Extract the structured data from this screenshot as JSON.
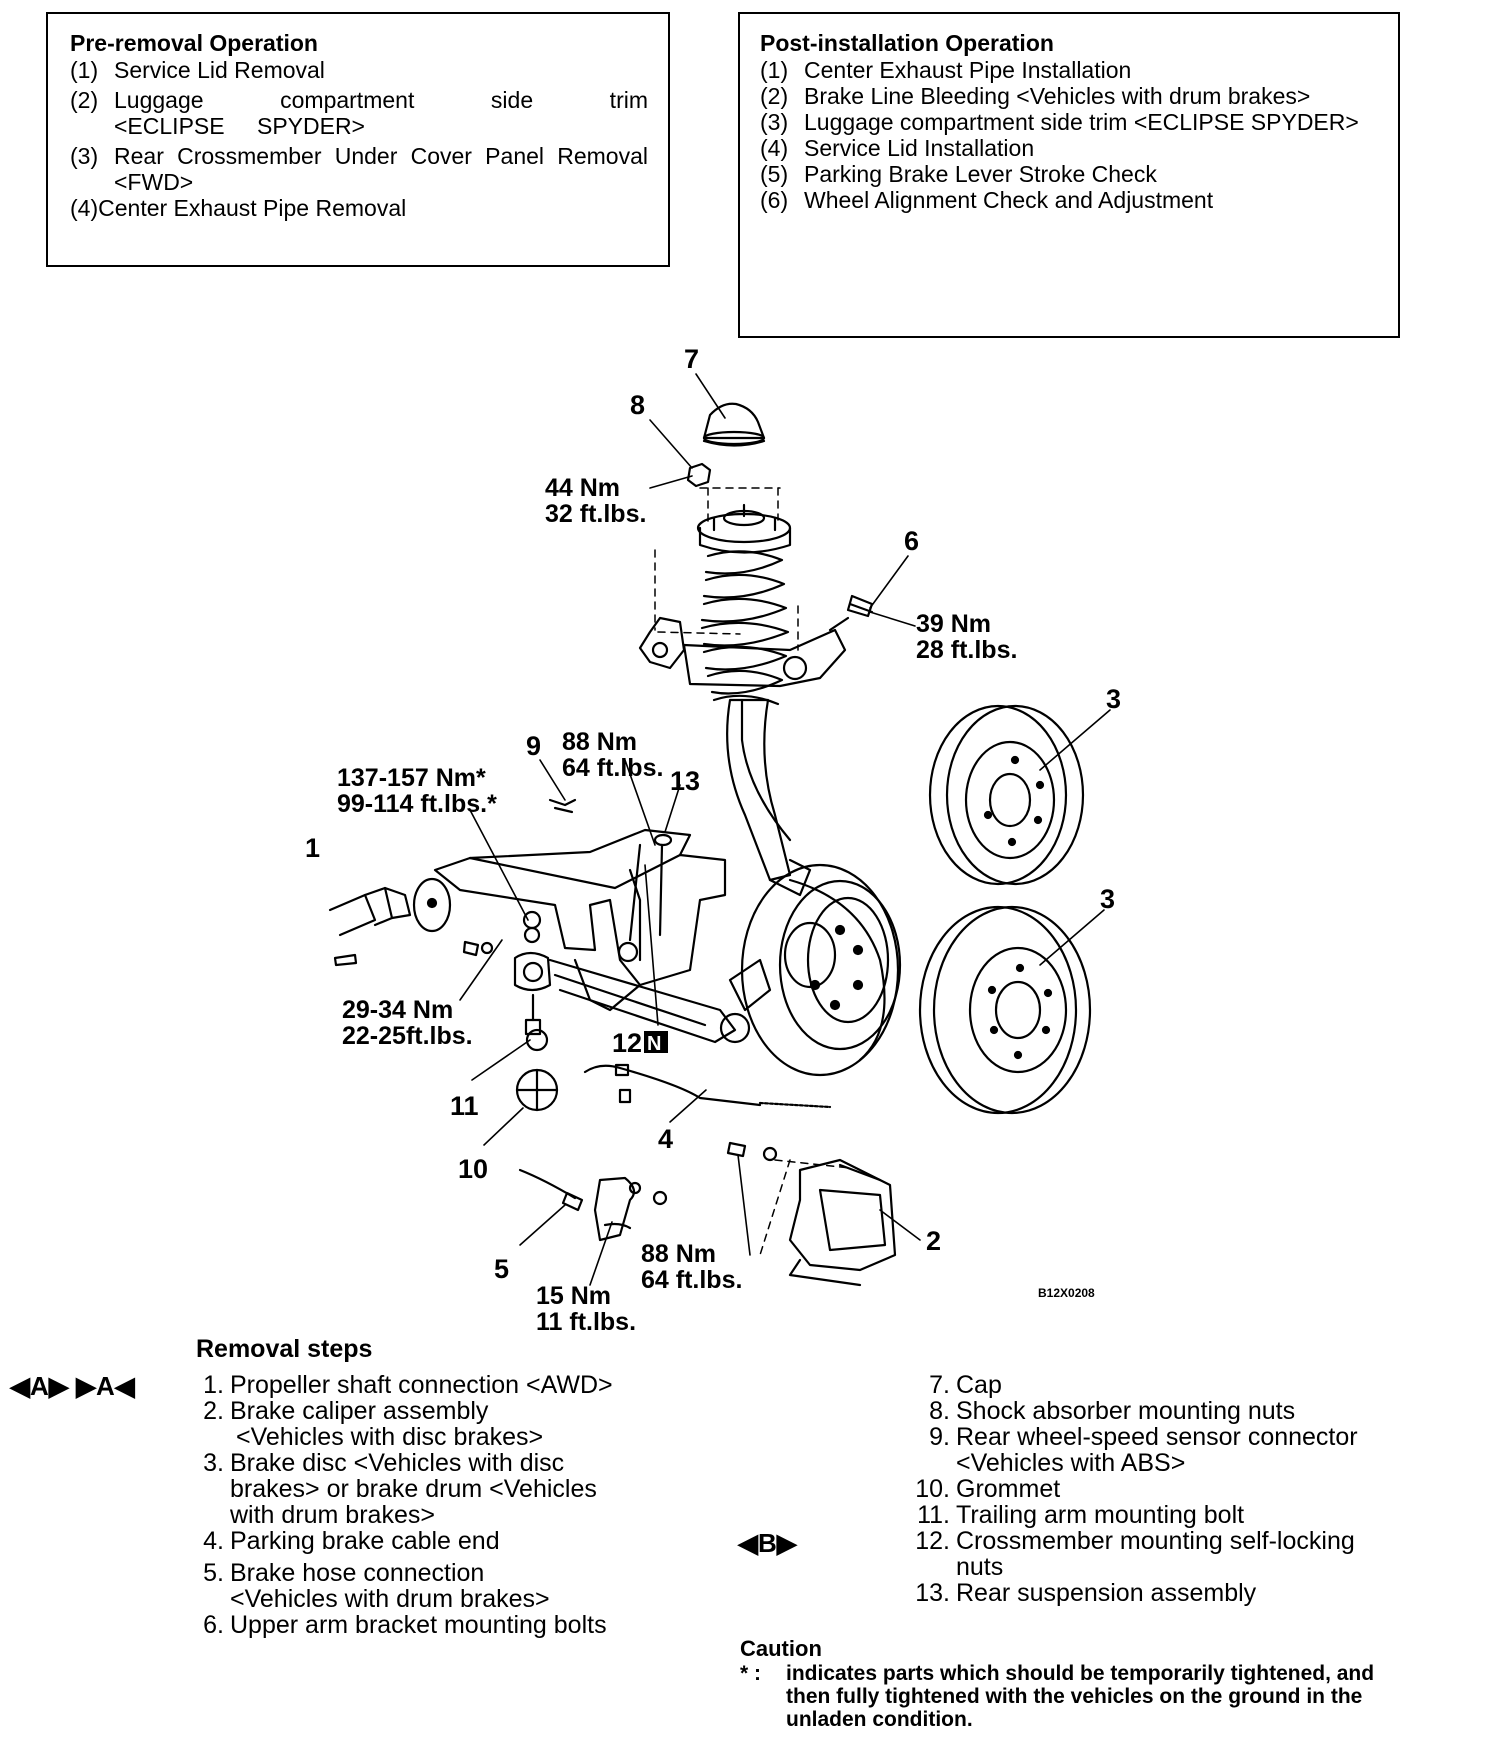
{
  "pre_removal": {
    "title": "Pre-removal Operation",
    "items": [
      {
        "num": "(1)",
        "text": "Service Lid Removal"
      },
      {
        "num": "(2)",
        "text": "Luggage compartment side trim <ECLIPSE SPYDER>"
      },
      {
        "num": "(3)",
        "text": "Rear Crossmember Under Cover Panel Removal <FWD>"
      },
      {
        "num": "(4)",
        "text": "Center Exhaust Pipe Removal"
      }
    ]
  },
  "post_installation": {
    "title": "Post-installation Operation",
    "items": [
      {
        "num": "(1)",
        "text": "Center Exhaust Pipe Installation"
      },
      {
        "num": "(2)",
        "text": "Brake Line Bleeding <Vehicles with drum brakes>"
      },
      {
        "num": "(3)",
        "text": "Luggage compartment side trim <ECLIPSE SPYDER>"
      },
      {
        "num": "(4)",
        "text": "Service Lid Installation"
      },
      {
        "num": "(5)",
        "text": "Parking Brake Lever Stroke Check"
      },
      {
        "num": "(6)",
        "text": "Wheel Alignment Check and Adjustment"
      }
    ]
  },
  "diagram": {
    "callouts": [
      "1",
      "2",
      "3",
      "3",
      "4",
      "5",
      "6",
      "7",
      "8",
      "9",
      "10",
      "11",
      "12",
      "13"
    ],
    "n_badge": "N",
    "torques": {
      "t8": [
        "44 Nm",
        "32 ft.lbs."
      ],
      "t6": [
        "39 Nm",
        "28 ft.lbs."
      ],
      "t9": [
        "88 Nm",
        "64 ft.lbs."
      ],
      "t13": [
        "137-157 Nm*",
        "99-114 ft.lbs.*"
      ],
      "t1": [
        "29-34 Nm",
        "22-25ft.lbs."
      ],
      "t2": [
        "88 Nm",
        "64 ft.lbs."
      ],
      "t5": [
        "15 Nm",
        "11 ft.lbs."
      ]
    },
    "figure_code": "B12X0208"
  },
  "removal_steps": {
    "title": "Removal steps",
    "markers": {
      "a": "◀A▶ ▶A◀",
      "b": "◀B▶"
    },
    "left": [
      {
        "n": "1.",
        "lines": [
          "Propeller shaft connection <AWD>"
        ]
      },
      {
        "n": "2.",
        "lines": [
          "Brake caliper assembly",
          "<Vehicles with disc brakes>"
        ]
      },
      {
        "n": "3.",
        "lines": [
          "Brake disc <Vehicles with disc",
          "brakes> or brake drum <Vehicles",
          "with drum brakes>"
        ]
      },
      {
        "n": "4.",
        "lines": [
          "Parking brake cable end"
        ]
      },
      {
        "n": "5.",
        "lines": [
          "Brake hose connection",
          "<Vehicles with drum brakes>"
        ]
      },
      {
        "n": "6.",
        "lines": [
          "Upper arm bracket mounting bolts"
        ]
      }
    ],
    "right": [
      {
        "n": "7.",
        "lines": [
          "Cap"
        ]
      },
      {
        "n": "8.",
        "lines": [
          "Shock absorber mounting nuts"
        ]
      },
      {
        "n": "9.",
        "lines": [
          "Rear wheel-speed sensor connector",
          "<Vehicles with ABS>"
        ]
      },
      {
        "n": "10.",
        "lines": [
          "Grommet"
        ]
      },
      {
        "n": "11.",
        "lines": [
          "Trailing arm mounting bolt"
        ]
      },
      {
        "n": "12.",
        "lines": [
          "Crossmember mounting self-locking",
          "nuts"
        ]
      },
      {
        "n": "13.",
        "lines": [
          "Rear suspension assembly"
        ]
      }
    ]
  },
  "caution": {
    "title": "Caution",
    "marker": "* :",
    "text": "indicates parts which should be temporarily tightened, and then fully tightened with the vehicles on the ground in the unladen condition."
  }
}
